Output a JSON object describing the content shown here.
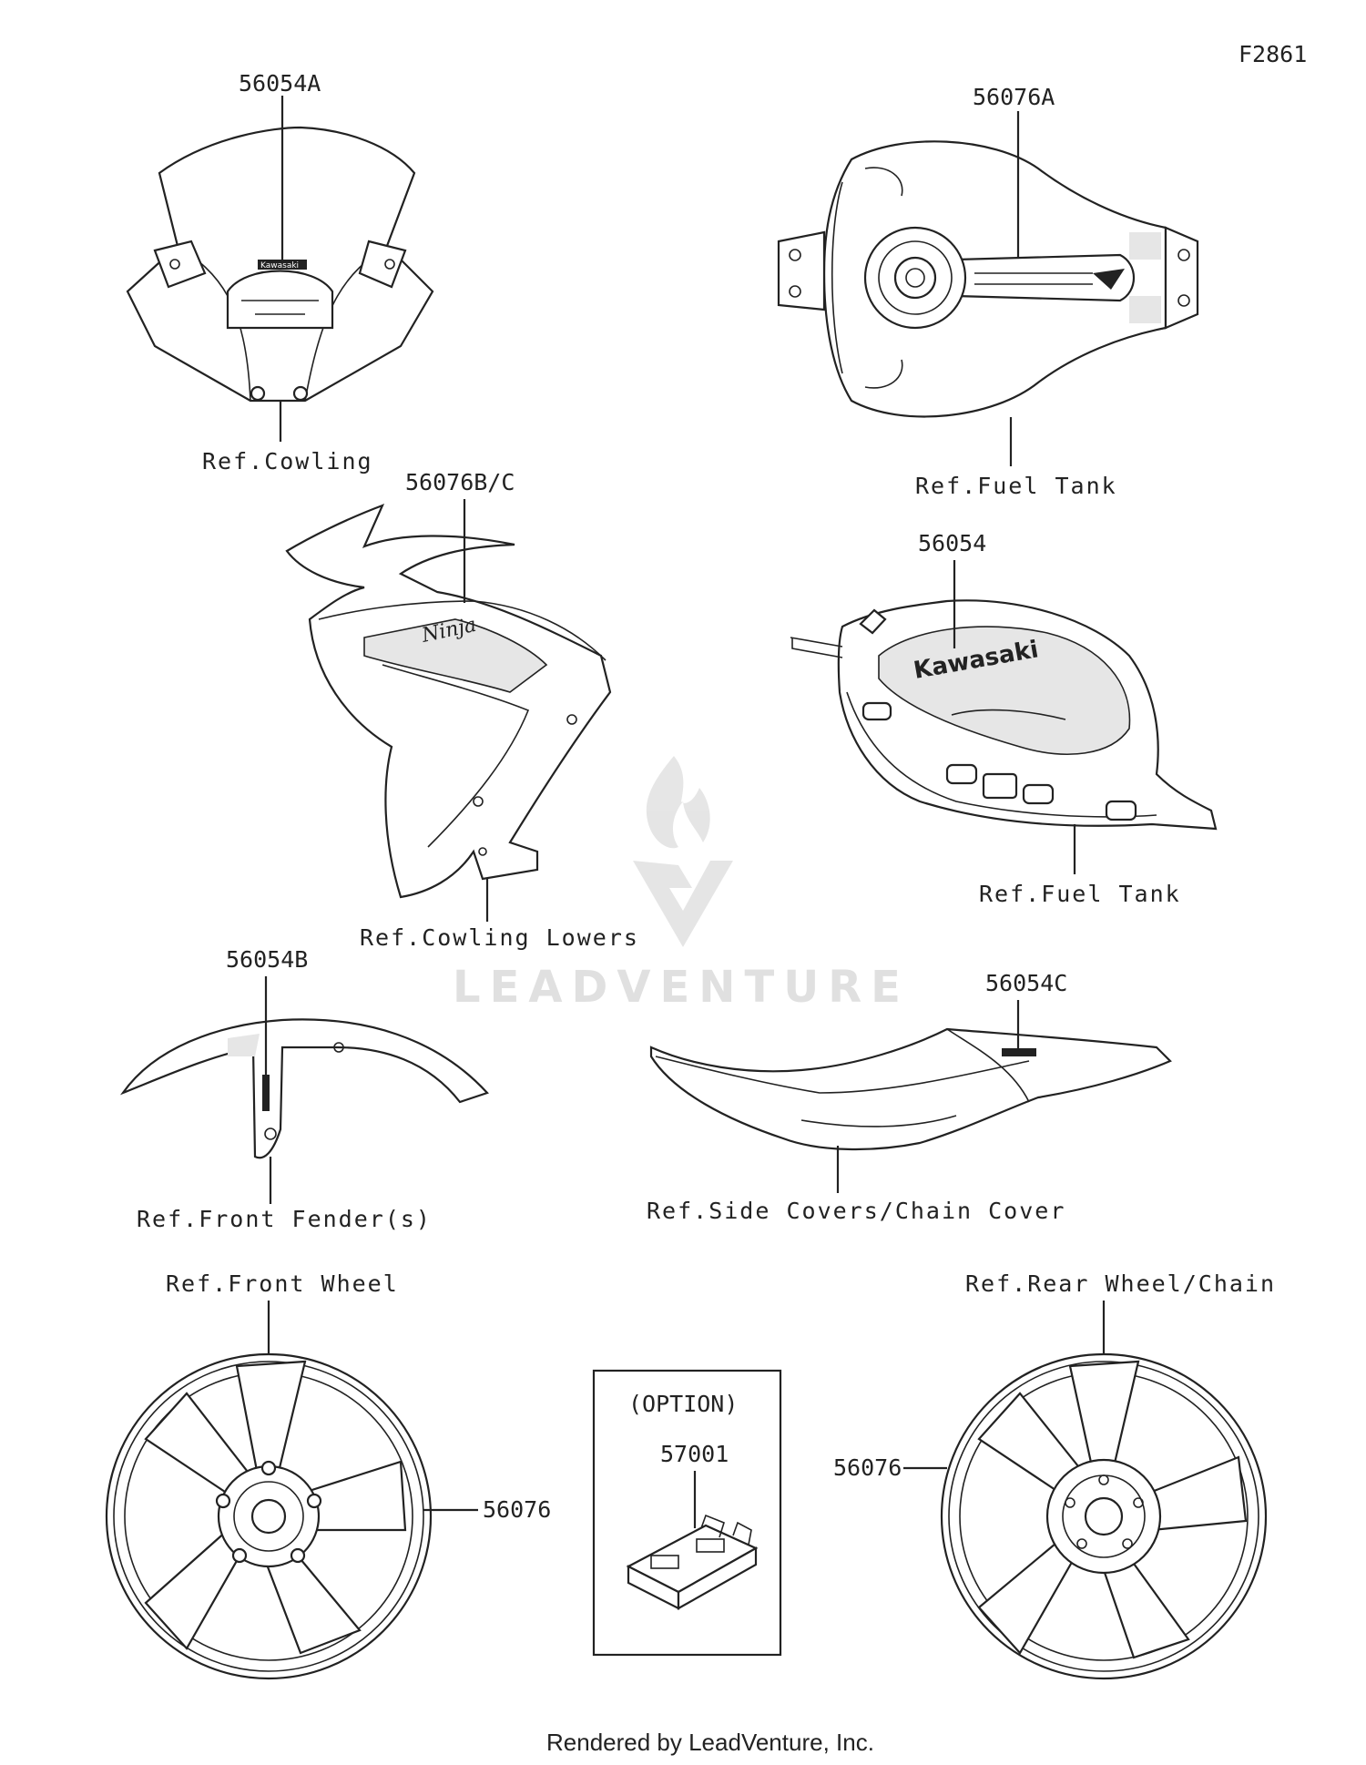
{
  "figure_id": "F2861",
  "watermark": "LEADVENTURE",
  "footer": "Rendered by LeadVenture, Inc.",
  "parts": {
    "windshield": {
      "code": "56054A",
      "ref": "Ref.Cowling",
      "decal_text": "Kawasaki"
    },
    "fuel_tank_top": {
      "code": "56076A",
      "ref": "Ref.Fuel Tank"
    },
    "cowling_lower": {
      "code": "56076B/C",
      "ref": "Ref.Cowling Lowers",
      "decal_text": "Ninja"
    },
    "fuel_tank_side": {
      "code": "56054",
      "ref": "Ref.Fuel Tank",
      "decal_text": "Kawasaki"
    },
    "front_fender": {
      "code": "56054B",
      "ref": "Ref.Front Fender(s)"
    },
    "side_cover": {
      "code": "56054C",
      "ref": "Ref.Side Covers/Chain Cover"
    },
    "front_wheel": {
      "code": "56076",
      "ref": "Ref.Front Wheel"
    },
    "rear_wheel": {
      "code": "56076",
      "ref": "Ref.Rear Wheel/Chain"
    },
    "option": {
      "label": "(OPTION)",
      "code": "57001"
    }
  }
}
